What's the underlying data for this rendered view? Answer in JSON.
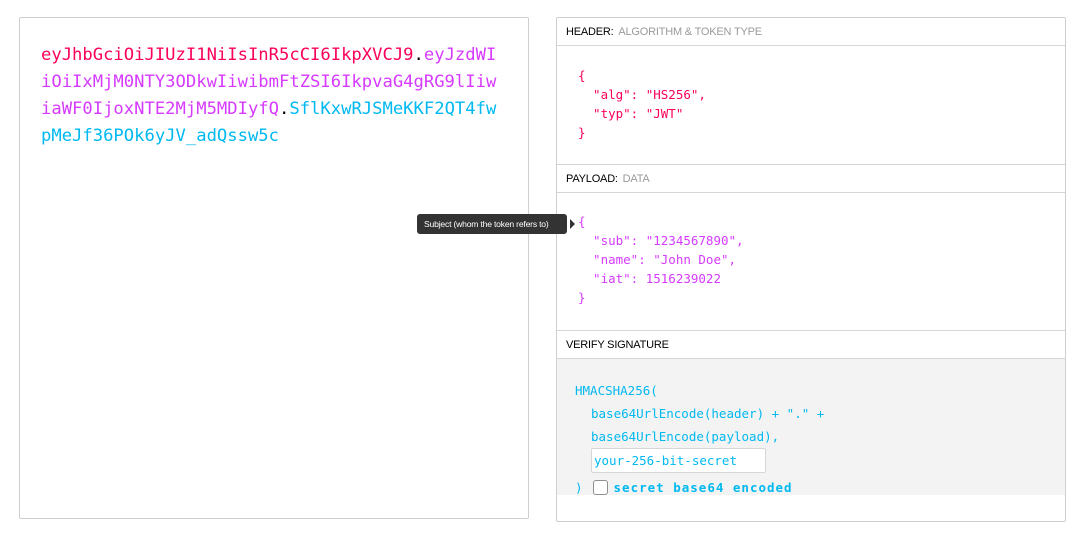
{
  "encoded": {
    "header_part": "eyJhbGciOiJIUzI1NiIsInR5cCI6IkpXVCJ9",
    "payload_part": "eyJzdWIiOiIxMjM0NTY3ODkwIiwibmFtZSI6IkpvaG4gRG9lIiwiaWF0IjoxNTE2MjM5MDIyfQ",
    "signature_part": "SflKxwRJSMeKKF2QT4fwpMeJf36POk6yJV_adQssw5c",
    "separator": "."
  },
  "decoded": {
    "header": {
      "title": "HEADER:",
      "subtitle": "ALGORITHM & TOKEN TYPE",
      "json_text": "{\n  \"alg\": \"HS256\",\n  \"typ\": \"JWT\"\n}"
    },
    "payload": {
      "title": "PAYLOAD:",
      "subtitle": "DATA",
      "json_text": "{\n  \"sub\": \"1234567890\",\n  \"name\": \"John Doe\",\n  \"iat\": 1516239022\n}"
    },
    "signature": {
      "title": "VERIFY SIGNATURE",
      "line1": "HMACSHA256(",
      "line2": "base64UrlEncode(header) + \".\" +",
      "line3": "base64UrlEncode(payload),",
      "secret_placeholder": "your-256-bit-secret",
      "close_paren": ")",
      "checkbox_label": "secret base64 encoded",
      "checkbox_checked": false
    }
  },
  "tooltip": {
    "text": "Subject (whom the token refers to)"
  },
  "colors": {
    "header": "#fb015b",
    "payload": "#d63aff",
    "signature": "#00b9f1"
  }
}
